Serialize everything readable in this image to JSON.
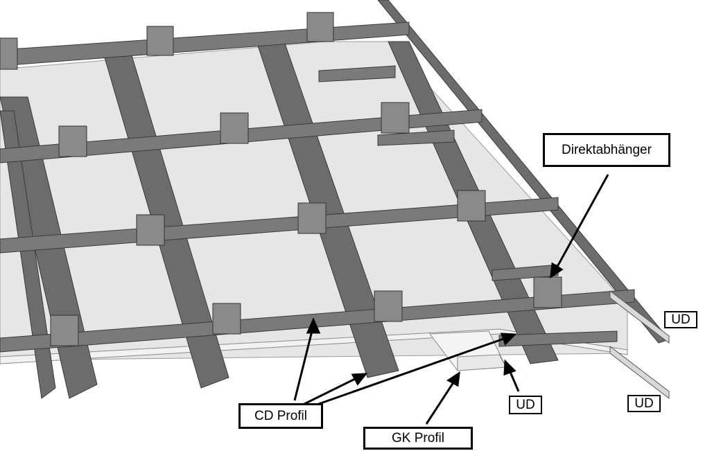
{
  "labels": {
    "direktabhaenger": "Direktabhänger",
    "cd_profil": "CD Profil",
    "gk_profil": "GK Profil",
    "ud_1": "UD",
    "ud_2": "UD",
    "ud_3": "UD"
  },
  "colors": {
    "board": "#e4e4e4",
    "profile_top": "#7d7d7d",
    "profile_side": "#5a5a5a",
    "profile_edge": "#3a3a3a",
    "label_border": "#000000"
  }
}
